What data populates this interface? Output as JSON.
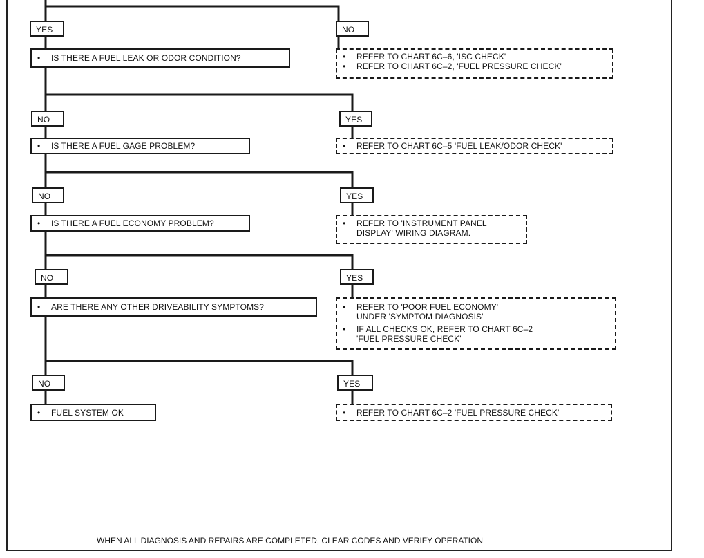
{
  "steps": [
    {
      "left_label": "YES",
      "question": "IS THERE A FUEL LEAK OR ODOR CONDITION?",
      "right_label": "NO",
      "actions": [
        [
          "REFER TO CHART 6C–6, 'ISC CHECK'"
        ],
        [
          "REFER TO CHART 6C–2, 'FUEL PRESSURE CHECK'"
        ]
      ]
    },
    {
      "left_label": "NO",
      "question": "IS THERE A FUEL GAGE PROBLEM?",
      "right_label": "YES",
      "actions": [
        [
          "REFER TO CHART 6C–5 'FUEL LEAK/ODOR CHECK'"
        ]
      ]
    },
    {
      "left_label": "NO",
      "question": "IS THERE A FUEL ECONOMY PROBLEM?",
      "right_label": "YES",
      "actions": [
        [
          "REFER TO 'INSTRUMENT PANEL",
          "DISPLAY' WIRING DIAGRAM."
        ]
      ]
    },
    {
      "left_label": "NO",
      "question": "ARE THERE ANY OTHER DRIVEABILITY SYMPTOMS?",
      "right_label": "YES",
      "actions": [
        [
          "REFER TO 'POOR FUEL ECONOMY'",
          "UNDER 'SYMPTOM DIAGNOSIS'"
        ],
        [
          "IF ALL CHECKS OK, REFER TO CHART 6C–2",
          "'FUEL PRESSURE CHECK'"
        ]
      ]
    },
    {
      "left_label": "NO",
      "question": "FUEL SYSTEM OK",
      "right_label": "YES",
      "actions": [
        [
          "REFER TO CHART 6C–2 'FUEL PRESSURE CHECK'"
        ]
      ]
    }
  ],
  "footer_note": "WHEN ALL DIAGNOSIS AND REPAIRS ARE COMPLETED, CLEAR CODES AND VERIFY OPERATION",
  "bullet": "•",
  "colors": {
    "line": "#1a1a1a",
    "background": "#ffffff"
  }
}
